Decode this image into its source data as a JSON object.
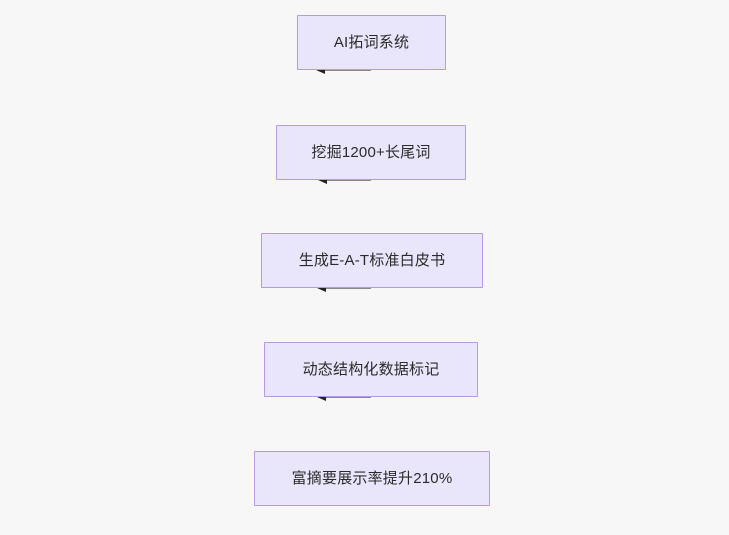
{
  "diagram": {
    "type": "flowchart",
    "orientation": "top-to-bottom",
    "background_color": "#f7f7f7",
    "node_fill_color": "#e9e5fa",
    "node_border_color": "#b49ae0",
    "node_text_color": "#2b2b2b",
    "connector_line_color": "#888888",
    "connector_arrow_color": "#232323",
    "nodes": [
      {
        "id": "n1",
        "label": "AI拓词系统"
      },
      {
        "id": "n2",
        "label": "挖掘1200+长尾词"
      },
      {
        "id": "n3",
        "label": "生成E-A-T标准白皮书"
      },
      {
        "id": "n4",
        "label": "动态结构化数据标记"
      },
      {
        "id": "n5",
        "label": "富摘要展示率提升210%"
      }
    ],
    "edges": [
      {
        "from": "n1",
        "to": "n2",
        "label": ""
      },
      {
        "from": "n2",
        "to": "n3",
        "label": ""
      },
      {
        "from": "n3",
        "to": "n4",
        "label": ""
      },
      {
        "from": "n4",
        "to": "n5",
        "label": ""
      }
    ]
  }
}
